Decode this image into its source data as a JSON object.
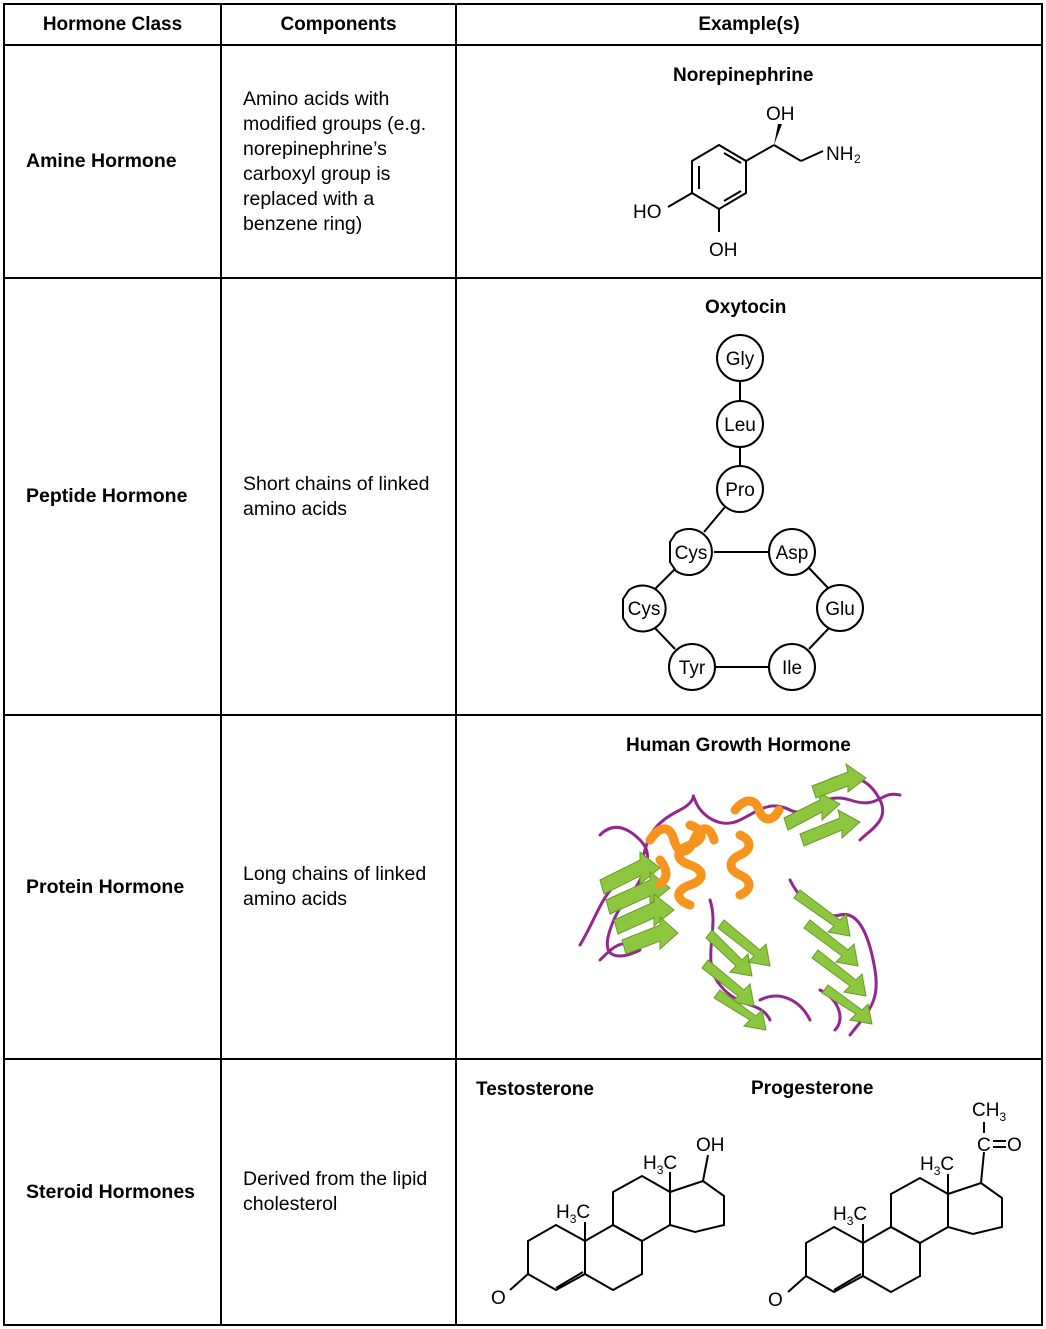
{
  "headers": {
    "hormone_class": "Hormone Class",
    "components": "Components",
    "examples": "Example(s)"
  },
  "rows": [
    {
      "hormone_class": "Amine Hormone",
      "components": "Amino acids with modified groups (e.g. norepinephrine’s carboxyl group is replaced with a benzene ring)",
      "example_title": "Norepinephrine",
      "molecule_labels": {
        "oh_top": "OH",
        "nh2": "NH",
        "nh2_sub": "2",
        "ho": "HO",
        "oh_bottom": "OH"
      }
    },
    {
      "hormone_class": "Peptide Hormone",
      "components": "Short chains of linked amino acids",
      "example_title": "Oxytocin",
      "residues": [
        "Gly",
        "Leu",
        "Pro",
        "Cys",
        "Asp",
        "Cys",
        "Glu",
        "Tyr",
        "Ile"
      ]
    },
    {
      "hormone_class": "Protein Hormone",
      "components": "Long chains of linked amino acids",
      "example_title": "Human Growth Hormone"
    },
    {
      "hormone_class": "Steroid Hormones",
      "components": "Derived from the lipid cholesterol",
      "example_titles": [
        "Testosterone",
        "Progesterone"
      ],
      "testosterone_labels": {
        "oh": "OH",
        "h3c_a": "H",
        "h3c_a_sub": "3",
        "h3c_a_c": "C",
        "h3c_b": "H",
        "h3c_b_sub": "3",
        "h3c_b_c": "C",
        "o": "O"
      },
      "progesterone_labels": {
        "ch3": "CH",
        "ch3_sub": "3",
        "co_c": "C",
        "co_o": "O",
        "h3c_a": "H",
        "h3c_a_sub": "3",
        "h3c_a_c": "C",
        "h3c_b": "H",
        "h3c_b_sub": "3",
        "h3c_b_c": "C",
        "o": "O"
      }
    }
  ],
  "colors": {
    "helix": "#f7941d",
    "sheet": "#8dc63f",
    "loop": "#92278f"
  }
}
